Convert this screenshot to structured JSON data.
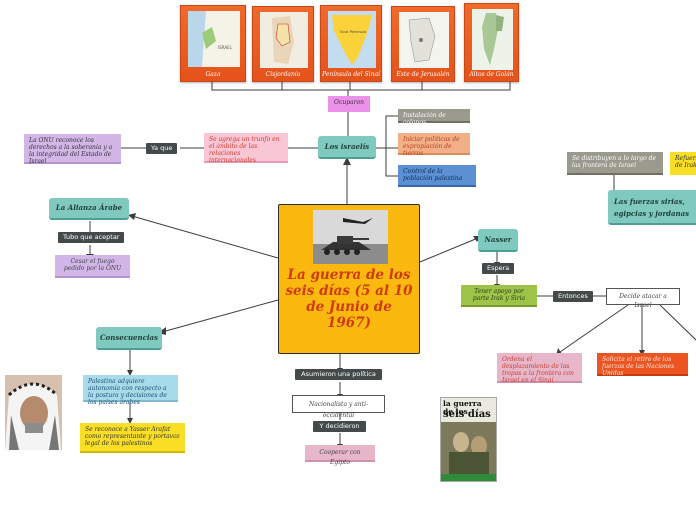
{
  "maps": [
    {
      "label": "Gaza"
    },
    {
      "label": "Cisjordania"
    },
    {
      "label": "Península del Sinaí"
    },
    {
      "label": "Este de Jerusalén"
    },
    {
      "label": "Altos de Golán"
    }
  ],
  "map_inner_labels": {
    "gaza": "ISRAEL",
    "sinai": "Sinai Peninsula"
  },
  "center": {
    "title": "La guerra de los seis días (5 al 10 de Junio de 1967)"
  },
  "israelis": {
    "title": "Los israelís",
    "ocuparon": "Ocuparon",
    "ya_que": "Ya que",
    "reason": "Se agrega un trunfo en el ámbito de las relaciones internacionales",
    "un_reason": "La ONU reconoce los derechos a la soberanía y a la integridad del Estado de Israel",
    "items": [
      "Instalación de colonos",
      "Iniciar políticas de expropiación de tierras",
      "Control de la población palestina"
    ]
  },
  "alianza": {
    "title": "La Alianza Árabe",
    "tubo": "Tubo que aceptar",
    "cesar": "Cesar el fuego pedido por la ONU"
  },
  "consecuencias": {
    "title": "Consecuencias",
    "palestina": "Palestina adquiere autonomía con respecto a la postura y decisiones de los países árabes",
    "arafat": "Se reconoce a Yasser Arafat como representante y portavoz legal de los palestinos"
  },
  "nasser": {
    "title": "Nasser",
    "espera": "Espera",
    "apoyo": "Tener apoyo por parte Irak y Siria",
    "entonces": "Entonces",
    "decide": "Decide atacar a Israel",
    "ordena": "Ordena el desplazamiento de las tropas a la frontera con Israel en el Sinaí",
    "solicita": "Solicita el retiro de los fuerzas de las Naciones Unidas"
  },
  "fuerzas": {
    "title": "Las fuerzas sirias, egipcias y jordanas",
    "distribuyen": "Se distribuyen a lo largo de las frontera de Israel",
    "refuerzo_line1": "Refuerzo",
    "refuerzo_line2": "de Irak"
  },
  "politica": {
    "asumieron": "Asumieron una política",
    "nacionalista": "Nacionalista y anti-occidental",
    "decidieron": "Y decidieron",
    "cooperar": "Cooperar con Egipto"
  },
  "book": {
    "title_line1": "la guerra de los",
    "title_line2": "seis días"
  }
}
